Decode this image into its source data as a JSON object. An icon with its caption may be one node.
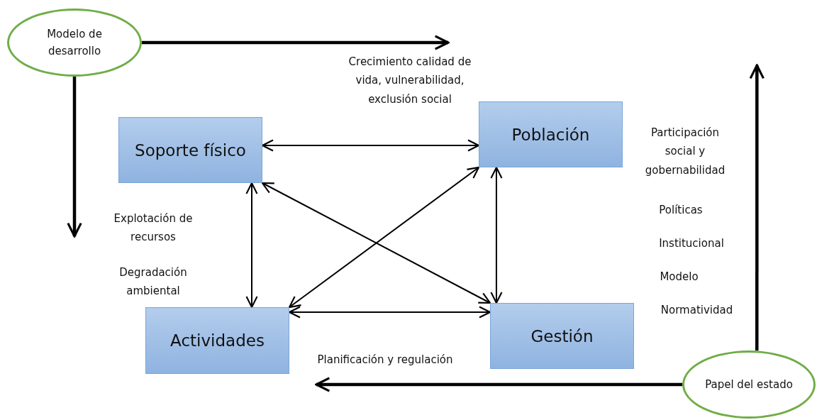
{
  "diagram": {
    "nodes": [
      {
        "text": [
          "Modelo de desarrollo"
        ]
      },
      {
        "text": [
          "Soporte físico"
        ]
      },
      {
        "text": [
          "Población"
        ],
        "beside": [
          "Participación social y gobernabilidad"
        ]
      },
      {
        "text": [
          "Actividades"
        ]
      },
      {
        "text": [
          "Gestión"
        ]
      },
      {
        "text": [
          "Papel del estado"
        ]
      }
    ],
    "edges": [
      {
        "from": 0,
        "to": null,
        "arrow": "to",
        "style": "thick",
        "label": "Crecimiento calidad de vida, vulnerabilidad, exclusión social"
      },
      {
        "from": 0,
        "to": null,
        "arrow": "to",
        "style": "thick"
      },
      {
        "from": 5,
        "to": null,
        "arrow": "to",
        "style": "thick",
        "label": "Planificación y regulación"
      },
      {
        "from": 5,
        "to": null,
        "arrow": "to",
        "style": "thick"
      },
      {
        "from": 1,
        "to": 2,
        "arrow": "both"
      },
      {
        "from": 1,
        "to": 3,
        "arrow": "both"
      },
      {
        "from": 1,
        "to": 4,
        "arrow": "both"
      },
      {
        "from": 3,
        "to": 2,
        "arrow": "both"
      },
      {
        "from": 2,
        "to": 4,
        "arrow": "both"
      },
      {
        "from": 3,
        "to": 4,
        "arrow": "both"
      }
    ],
    "labels": [
      "Explotación de recursos",
      "Degradación ambiental",
      "Políticas",
      "Institucional",
      "Modelo",
      "Normatividad"
    ]
  }
}
